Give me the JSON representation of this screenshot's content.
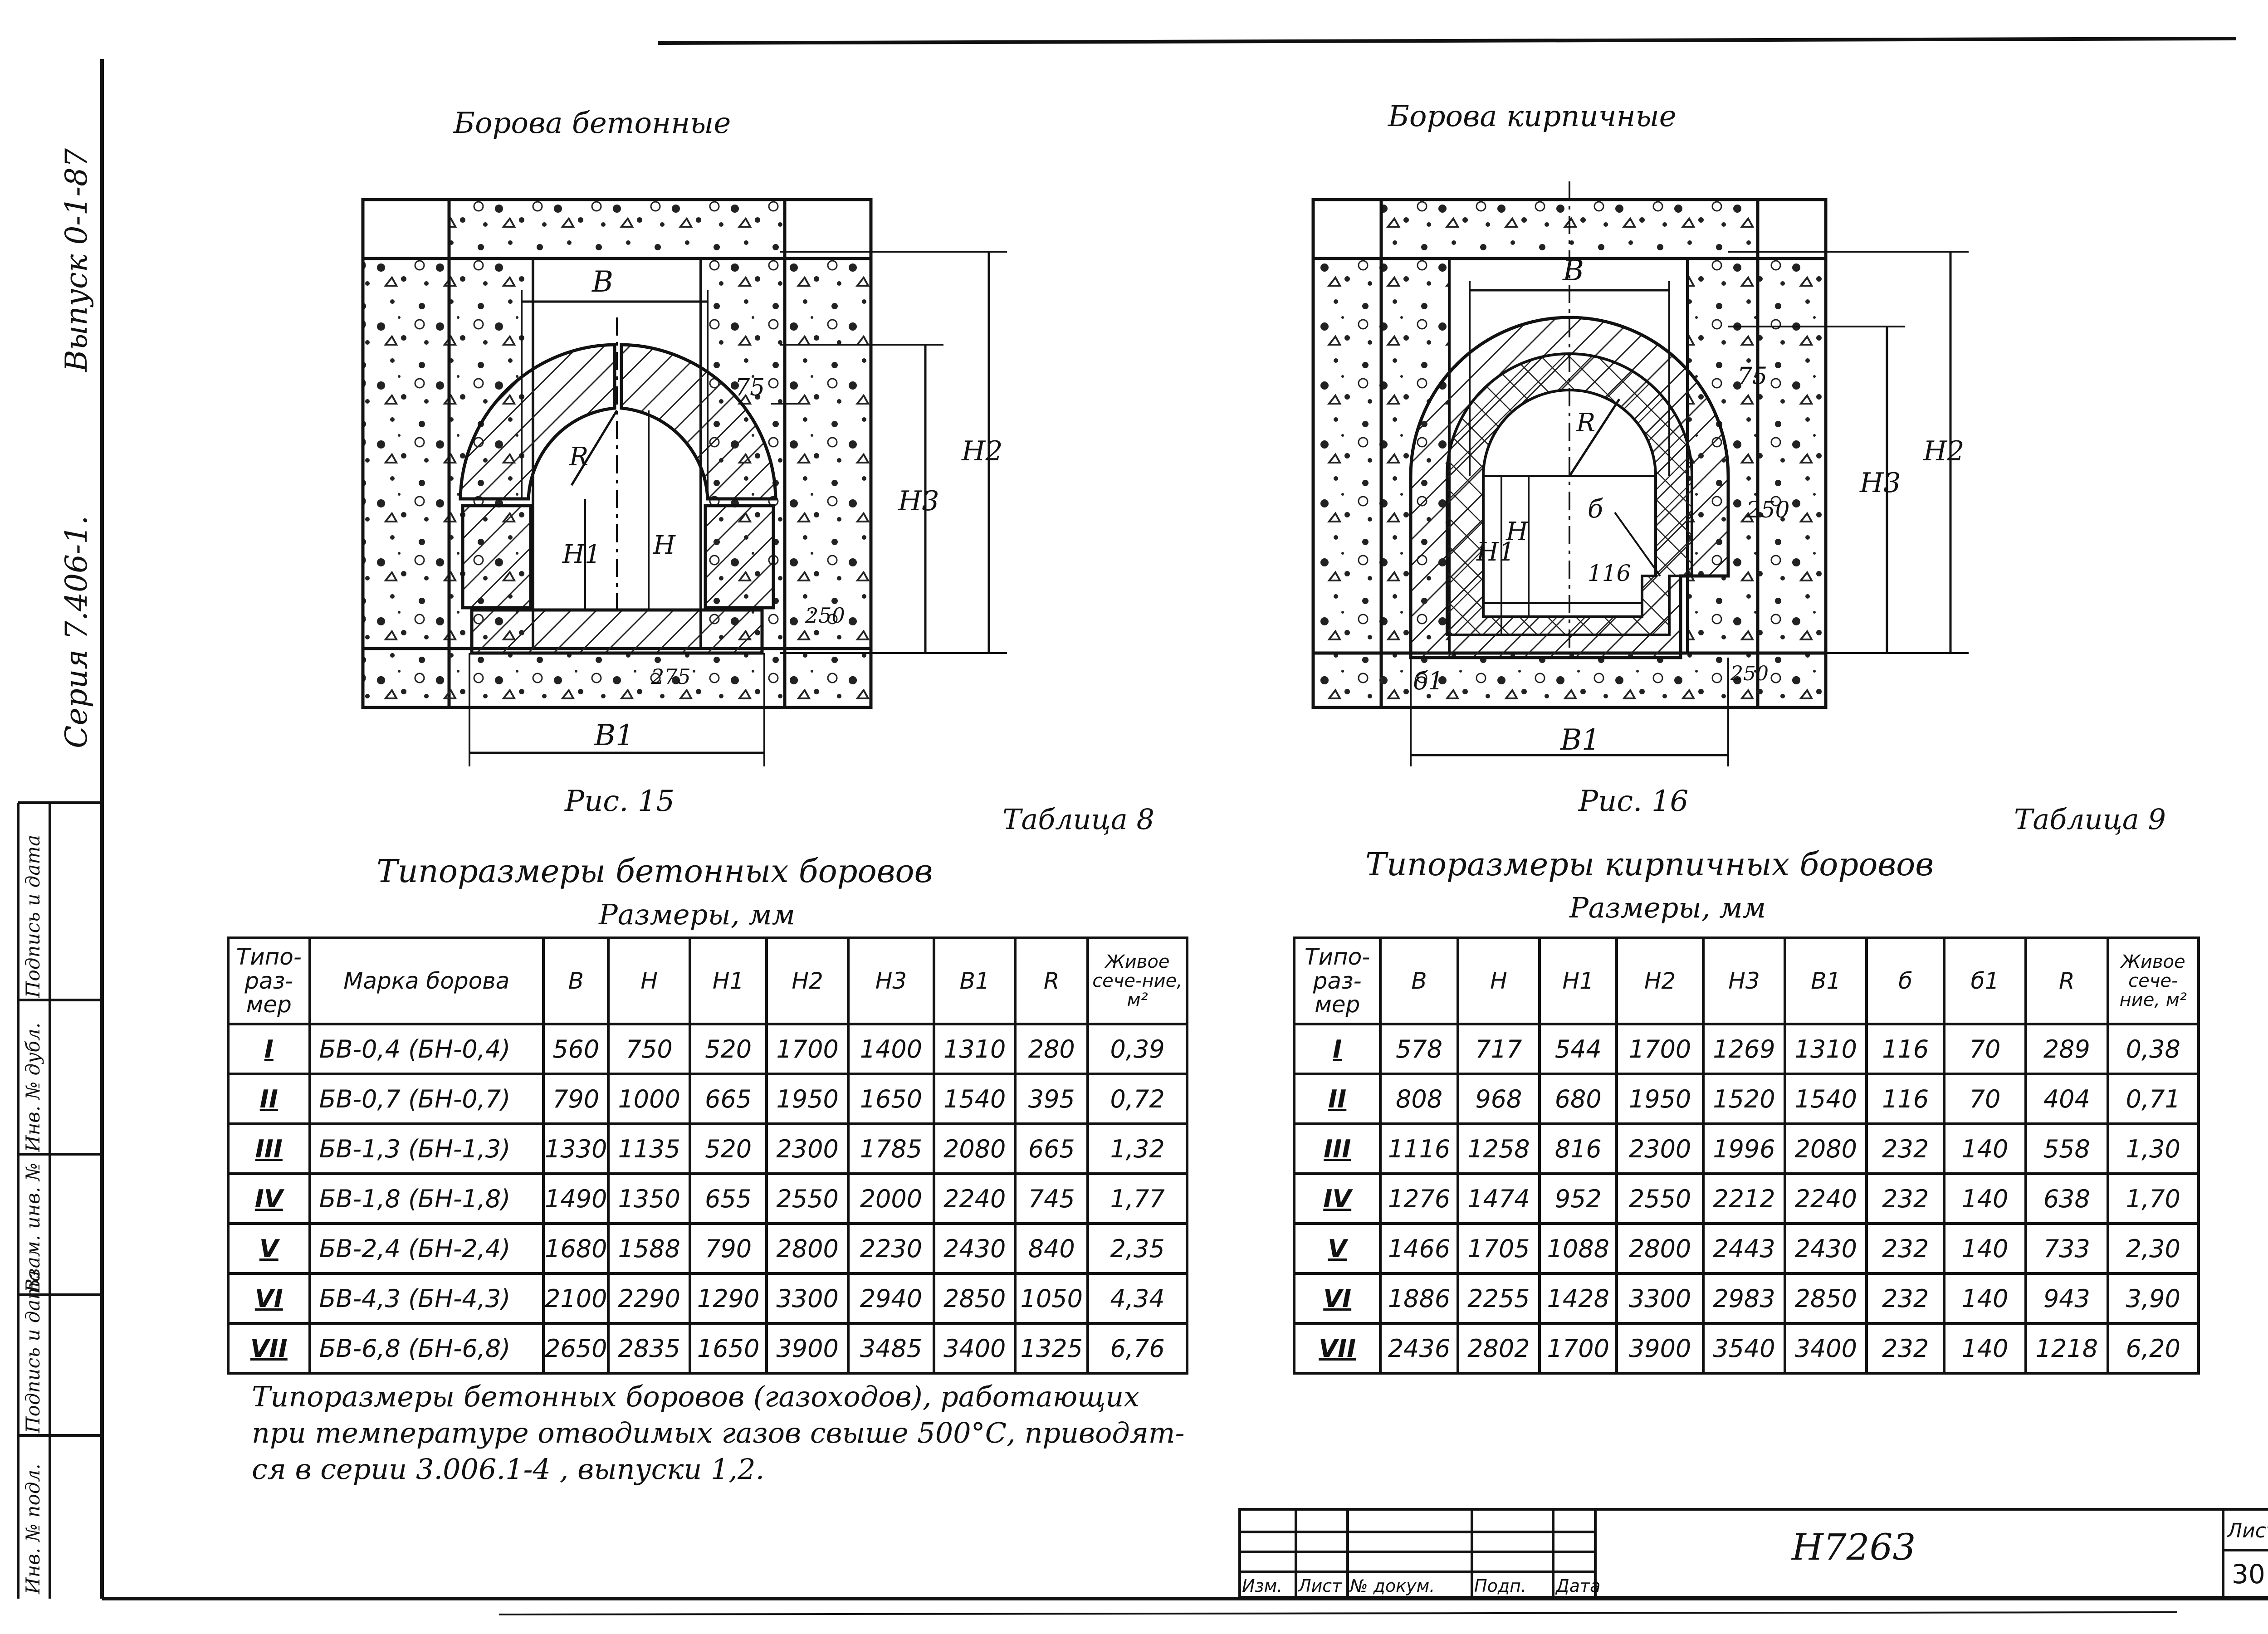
{
  "left_margin": {
    "series_text": "Серия  7.406-1.",
    "issue_text": "Выпуск  0-1-87",
    "stamp_labels": [
      "Инв. № подл.",
      "Подпись и дата",
      "Взам. инв. №",
      "Инв. № дубл.",
      "Подпись и дата"
    ]
  },
  "fig15": {
    "title": "Борова бетонные",
    "caption": "Рис. 15",
    "labels": {
      "b": "В",
      "b1": "В1",
      "r": "R",
      "h": "Н",
      "h1": "Н1",
      "h2": "Н2",
      "h3": "Н3",
      "d75": "75",
      "d250": "250",
      "d275": "275"
    }
  },
  "fig16": {
    "title": "Борова кирпичные",
    "caption": "Рис. 16",
    "labels": {
      "b": "В",
      "b1": "В1",
      "r": "R",
      "h": "Н",
      "h1": "Н1",
      "h2": "Н2",
      "h3": "Н3",
      "d75": "75",
      "d250a": "250",
      "d250b": "250",
      "d116": "116",
      "b_small": "б",
      "b1_small": "б1"
    }
  },
  "table8": {
    "label": "Таблица 8",
    "title": "Типоразмеры бетонных боровов",
    "units": "Размеры, мм",
    "headers": [
      "Типо-раз-мер",
      "Марка борова",
      "В",
      "Н",
      "Н1",
      "Н2",
      "Н3",
      "В1",
      "R",
      "Живое сече-ние, м²"
    ],
    "rows": [
      [
        "I",
        "БВ-0,4 (БН-0,4)",
        "560",
        "750",
        "520",
        "1700",
        "1400",
        "1310",
        "280",
        "0,39"
      ],
      [
        "II",
        "БВ-0,7 (БН-0,7)",
        "790",
        "1000",
        "665",
        "1950",
        "1650",
        "1540",
        "395",
        "0,72"
      ],
      [
        "III",
        "БВ-1,3 (БН-1,3)",
        "1330",
        "1135",
        "520",
        "2300",
        "1785",
        "2080",
        "665",
        "1,32"
      ],
      [
        "IV",
        "БВ-1,8 (БН-1,8)",
        "1490",
        "1350",
        "655",
        "2550",
        "2000",
        "2240",
        "745",
        "1,77"
      ],
      [
        "V",
        "БВ-2,4 (БН-2,4)",
        "1680",
        "1588",
        "790",
        "2800",
        "2230",
        "2430",
        "840",
        "2,35"
      ],
      [
        "VI",
        "БВ-4,3 (БН-4,3)",
        "2100",
        "2290",
        "1290",
        "3300",
        "2940",
        "2850",
        "1050",
        "4,34"
      ],
      [
        "VII",
        "БВ-6,8 (БН-6,8)",
        "2650",
        "2835",
        "1650",
        "3900",
        "3485",
        "3400",
        "1325",
        "6,76"
      ]
    ]
  },
  "table9": {
    "label": "Таблица 9",
    "title": "Типоразмеры кирпичных боровов",
    "units": "Размеры, мм",
    "headers": [
      "Типо-раз-мер",
      "В",
      "Н",
      "Н1",
      "Н2",
      "Н3",
      "В1",
      "б",
      "б1",
      "R",
      "Живое сече-ние, м²"
    ],
    "rows": [
      [
        "I",
        "578",
        "717",
        "544",
        "1700",
        "1269",
        "1310",
        "116",
        "70",
        "289",
        "0,38"
      ],
      [
        "II",
        "808",
        "968",
        "680",
        "1950",
        "1520",
        "1540",
        "116",
        "70",
        "404",
        "0,71"
      ],
      [
        "III",
        "1116",
        "1258",
        "816",
        "2300",
        "1996",
        "2080",
        "232",
        "140",
        "558",
        "1,30"
      ],
      [
        "IV",
        "1276",
        "1474",
        "952",
        "2550",
        "2212",
        "2240",
        "232",
        "140",
        "638",
        "1,70"
      ],
      [
        "V",
        "1466",
        "1705",
        "1088",
        "2800",
        "2443",
        "2430",
        "232",
        "140",
        "733",
        "2,30"
      ],
      [
        "VI",
        "1886",
        "2255",
        "1428",
        "3300",
        "2983",
        "2850",
        "232",
        "140",
        "943",
        "3,90"
      ],
      [
        "VII",
        "2436",
        "2802",
        "1700",
        "3900",
        "3540",
        "3400",
        "232",
        "140",
        "1218",
        "6,20"
      ]
    ]
  },
  "note": {
    "lines": [
      "Типоразмеры бетонных боровов (газоходов), работающих",
      "при температуре отводимых газов свыше 500°С, приводят-",
      "ся в серии 3.006.1-4 , выпуски 1,2."
    ]
  },
  "title_block": {
    "doc_number": "Н7263",
    "sheet_label": "Лист",
    "sheet_number": "30",
    "col_labels": [
      "Изм.",
      "Лист",
      "№ докум.",
      "Подп.",
      "Дата"
    ]
  }
}
